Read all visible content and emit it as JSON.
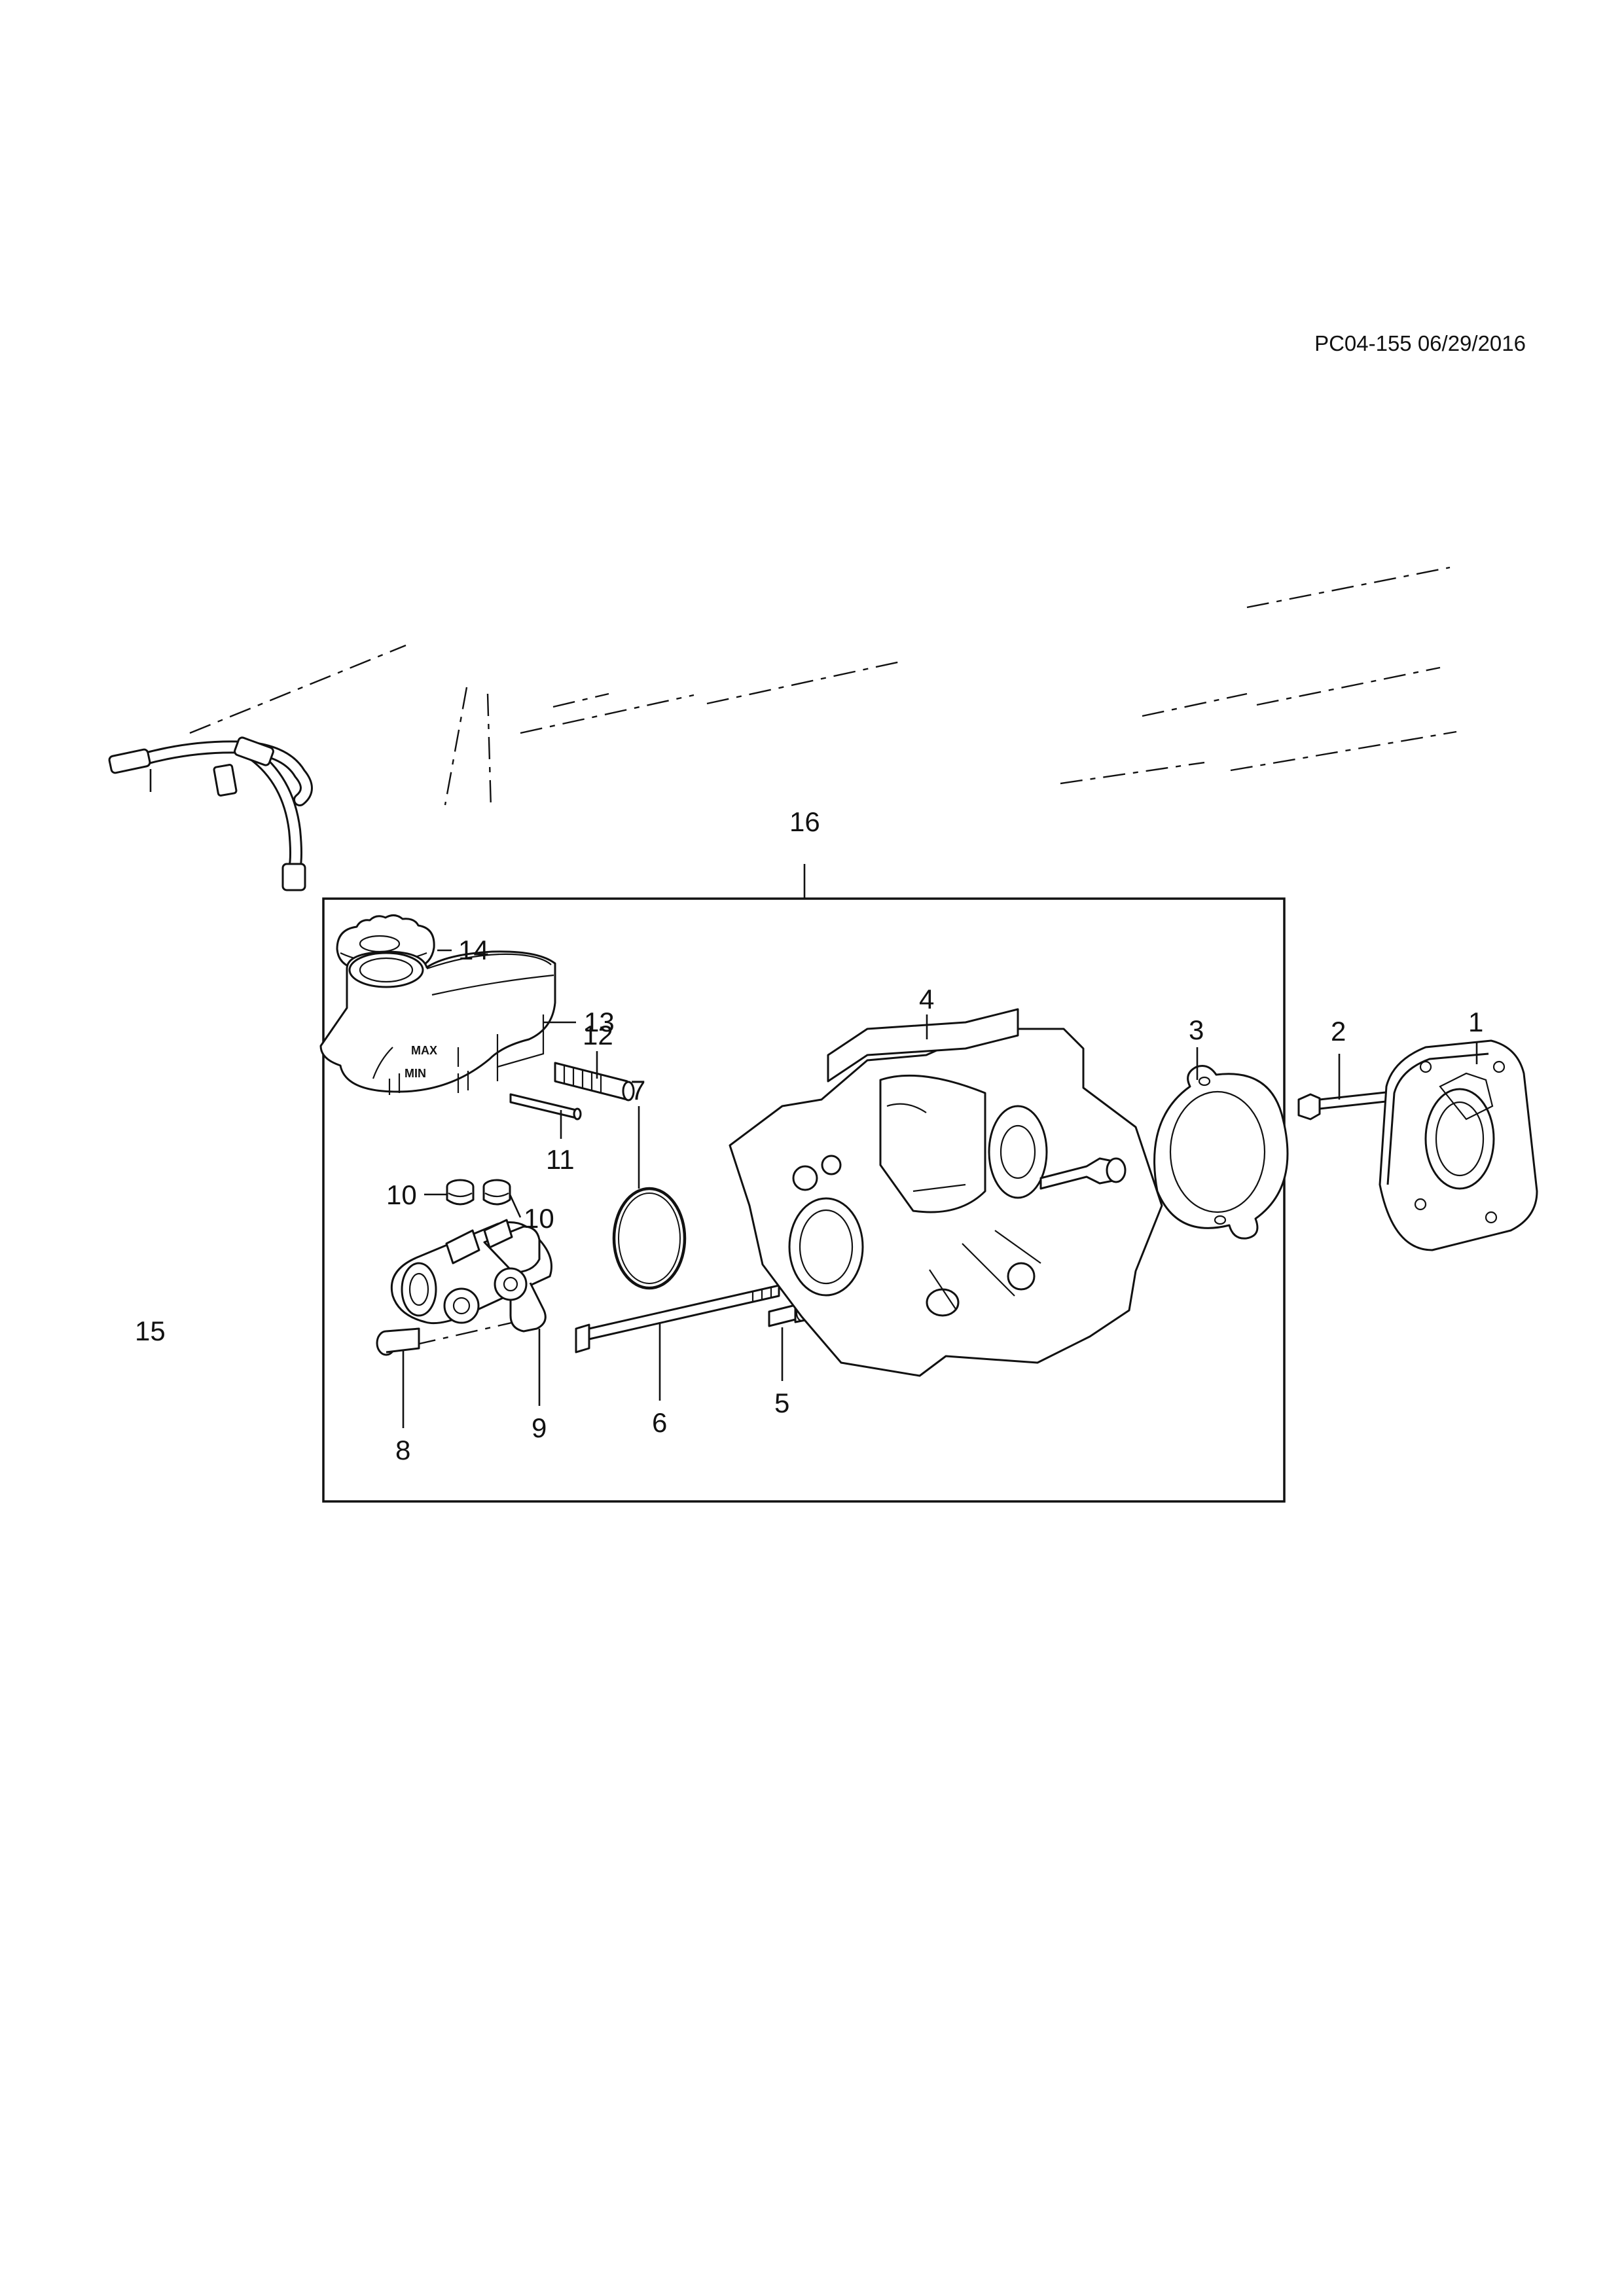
{
  "doc_id": "PC04-155 06/29/2016",
  "callouts": {
    "c1": "1",
    "c2": "2",
    "c3": "3",
    "c4": "4",
    "c5": "5",
    "c6": "6",
    "c7": "7",
    "c8": "8",
    "c9": "9",
    "c10a": "10",
    "c10b": "10",
    "c11": "11",
    "c12": "12",
    "c13": "13",
    "c14": "14",
    "c15": "15",
    "c16": "16"
  },
  "reservoir_marks": {
    "max": "MAX",
    "min": "MIN"
  }
}
